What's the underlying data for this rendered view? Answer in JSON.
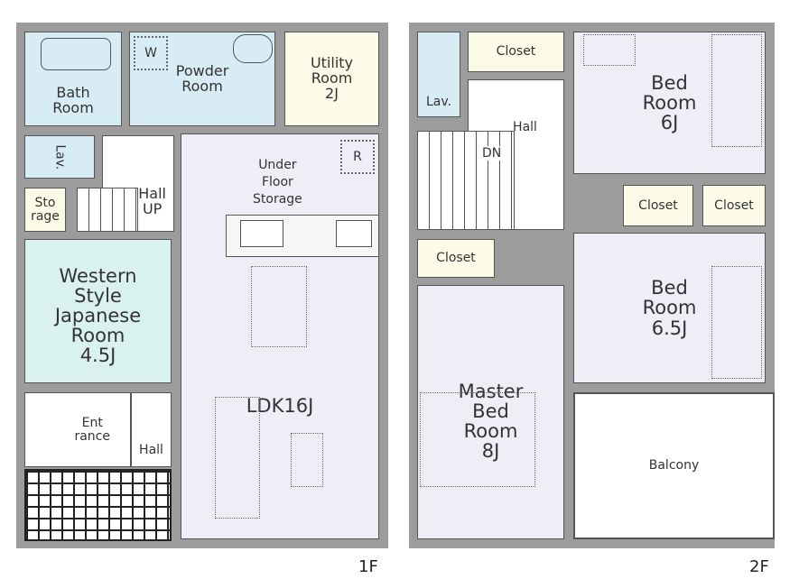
{
  "floor1": {
    "label": "1F",
    "rooms": {
      "bath": "Bath\nRoom",
      "powder": "Powder\nRoom",
      "utility": "Utility\nRoom\n2J",
      "lav": "Lav.",
      "hall_up": "Hall\nUP",
      "storage": "Sto\nrage",
      "japanese": "Western\nStyle\nJapanese\nRoom\n4.5J",
      "entrance": "Ent\nrance",
      "hall": "Hall",
      "ldk": "LDK16J",
      "under_floor": "Under\nFloor\nStorage"
    },
    "fixtures": {
      "washer": "W",
      "fridge": "R"
    }
  },
  "floor2": {
    "label": "2F",
    "rooms": {
      "lav": "Lav.",
      "closet_top": "Closet",
      "hall": "Hall",
      "dn": "DN",
      "bed6": "Bed\nRoom\n6J",
      "closet_a": "Closet",
      "closet_b": "Closet",
      "closet_c": "Closet",
      "bed65": "Bed\nRoom\n6.5J",
      "master": "Master\nBed\nRoom\n8J",
      "balcony": "Balcony"
    }
  }
}
